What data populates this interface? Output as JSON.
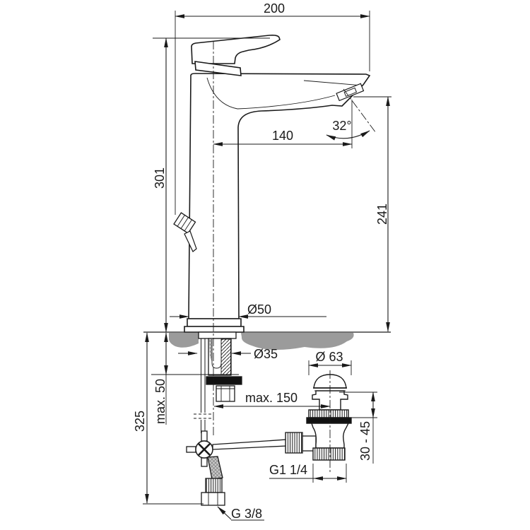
{
  "drawing": {
    "type": "technical-dimension-drawing",
    "subject": "tall single-lever basin mixer tap with pop-up waste, side elevation",
    "colors": {
      "line": "#1a1a1a",
      "counter_gray": "#9b9b9b",
      "background": "#ffffff"
    },
    "dims": {
      "overall_length": "200",
      "total_height": "301",
      "spout_reach": "140",
      "spout_angle": "32°",
      "spout_outlet_height": "241",
      "body_diameter": "Ø50",
      "shank_diameter": "Ø35",
      "max_deck_thickness": "max. 50",
      "supply_length": "325",
      "max_waste_distance": "max. 150",
      "waste_cap_diameter": "Ø 63",
      "waste_clamp_range": "30 - 45",
      "waste_thread": "G1 1/4",
      "supply_thread": "G 3/8"
    }
  }
}
